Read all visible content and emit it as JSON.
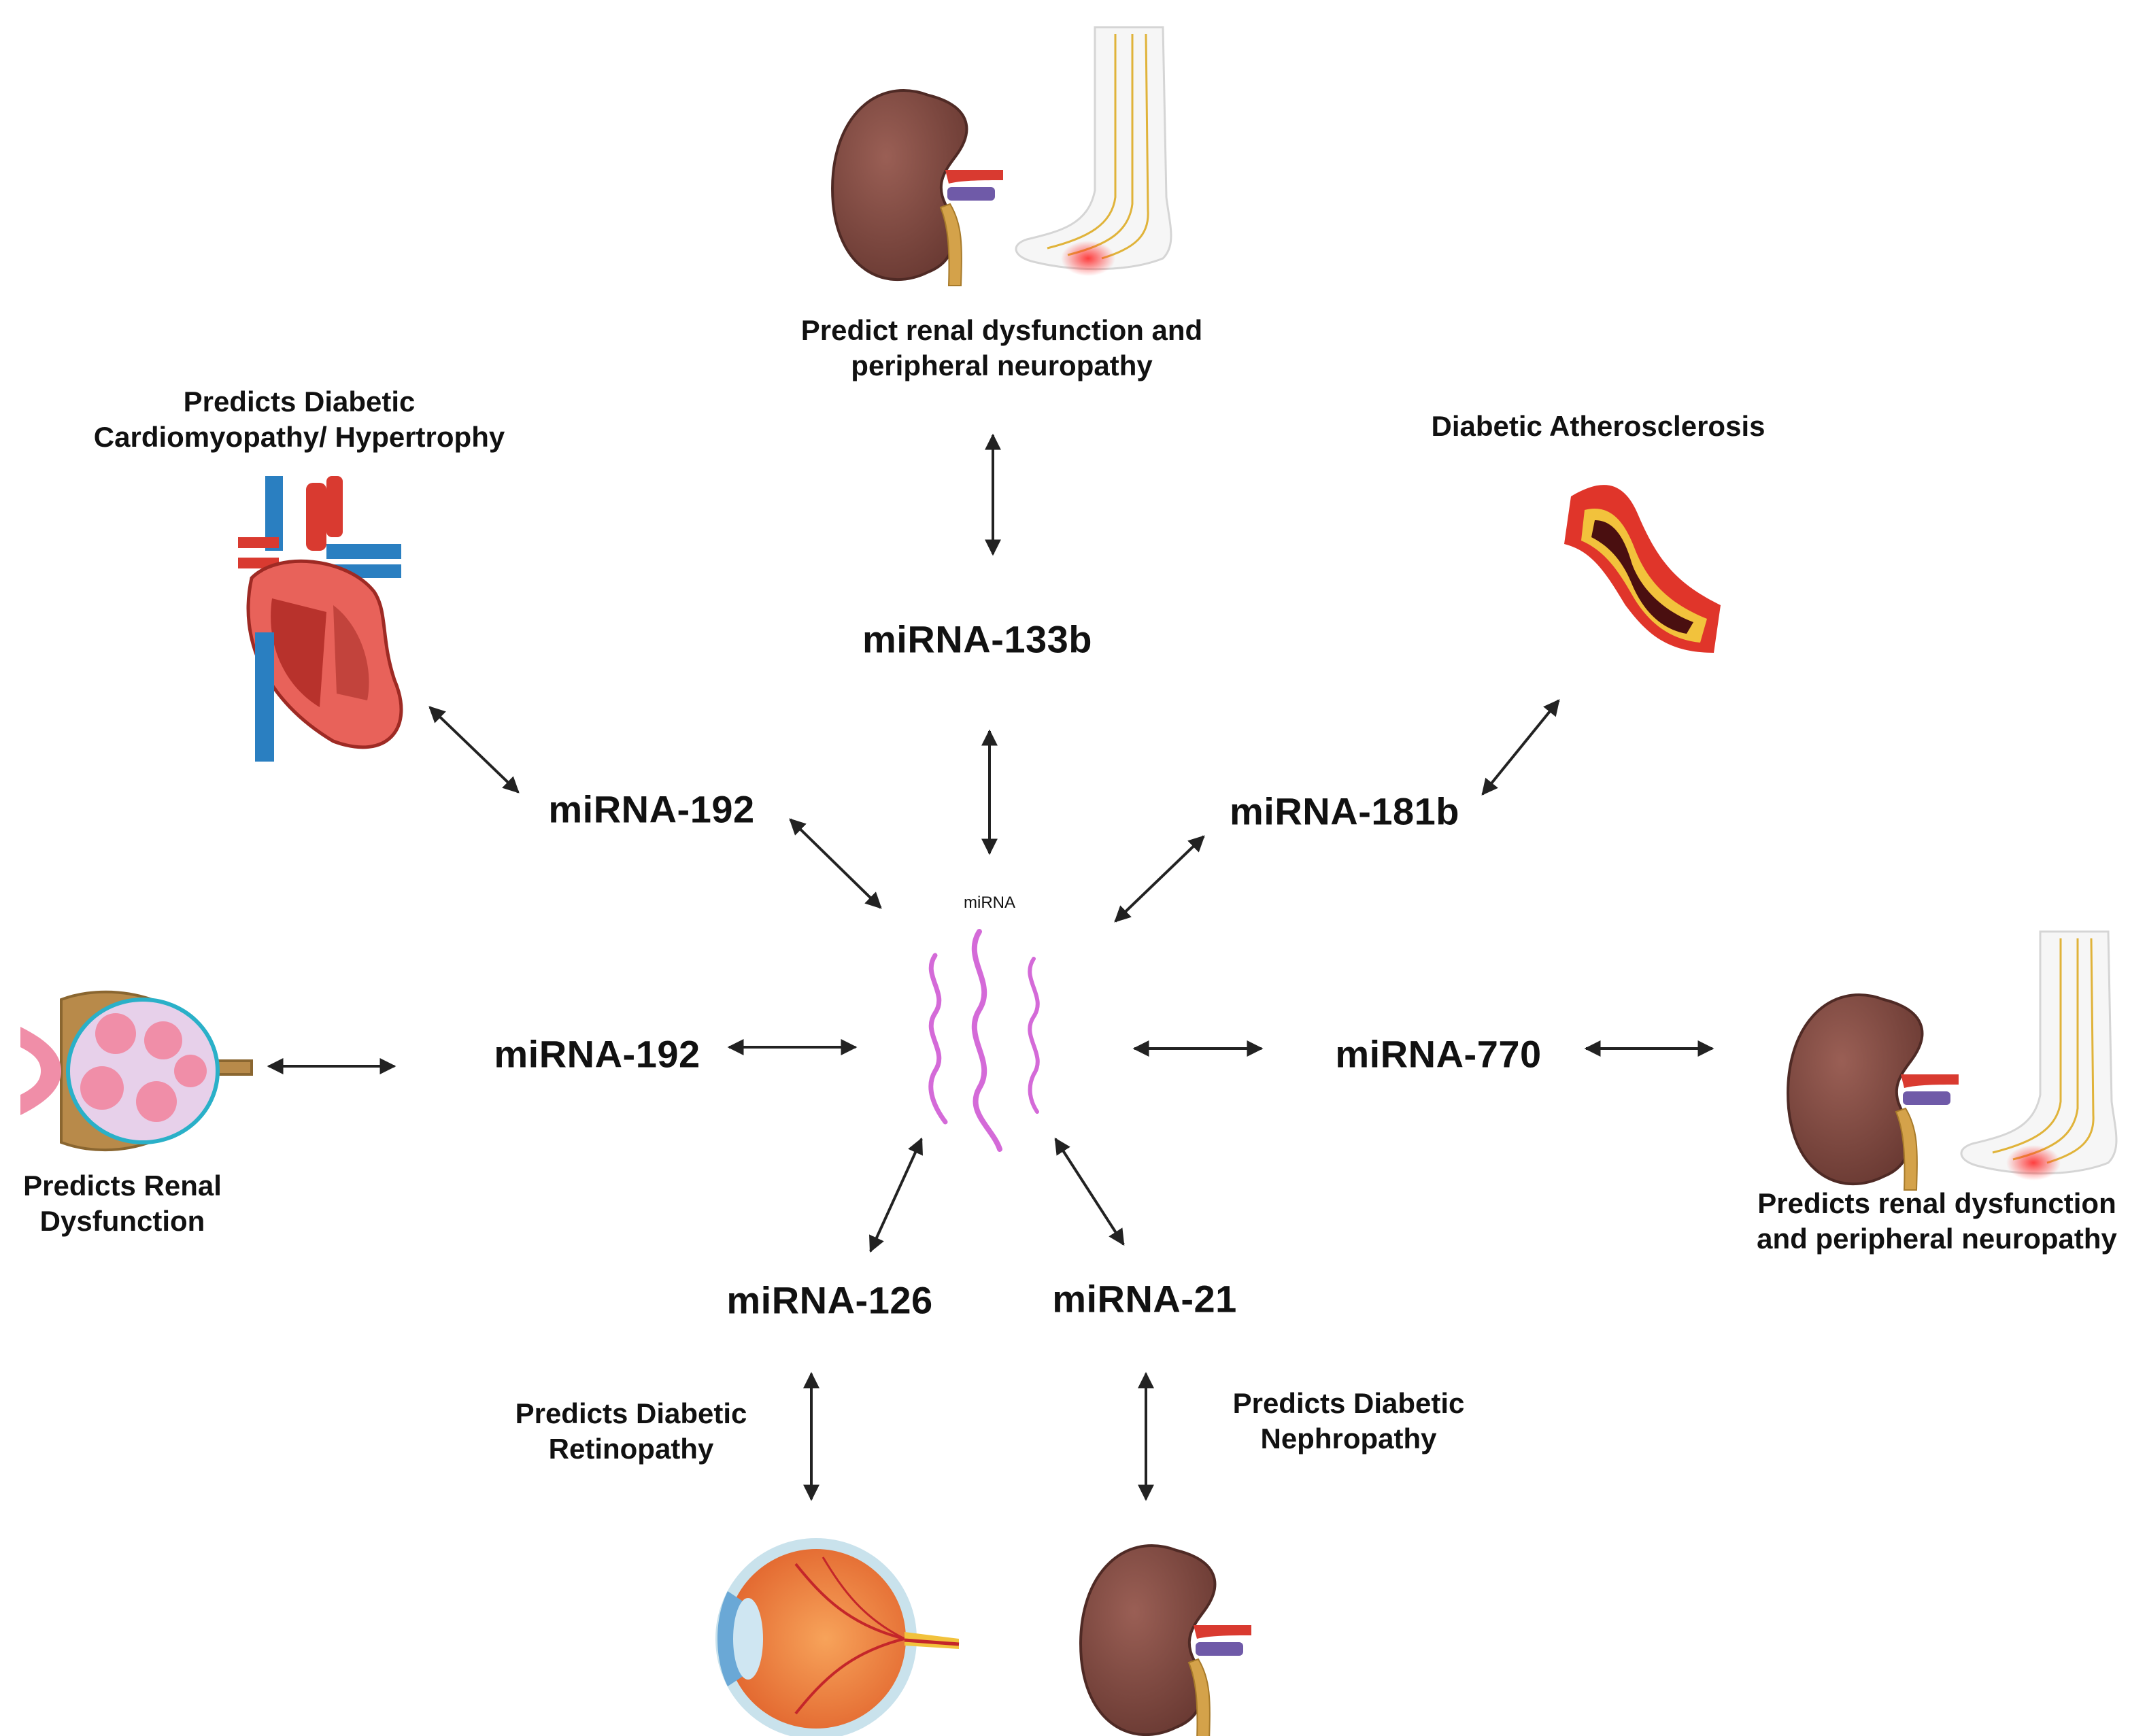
{
  "center": {
    "label": "miRNA"
  },
  "mirnas": {
    "m133b": "miRNA-133b",
    "m192_upper": "miRNA-192",
    "m181b": "miRNA-181b",
    "m192_left": "miRNA-192",
    "m770": "miRNA-770",
    "m126": "miRNA-126",
    "m21": "miRNA-21"
  },
  "outcomes": {
    "top": [
      "Predict renal dysfunction and",
      "peripheral neuropathy"
    ],
    "cardio": [
      "Predicts Diabetic",
      "Cardiomyopathy/ Hypertrophy"
    ],
    "athero": [
      "Diabetic Atherosclerosis"
    ],
    "renal_left": [
      "Predicts Renal",
      "Dysfunction"
    ],
    "right": [
      "Predicts renal dysfunction",
      "and peripheral neuropathy"
    ],
    "retino": [
      "Predicts Diabetic",
      "Retinopathy"
    ],
    "nephro": [
      "Predicts Diabetic",
      "Nephropathy"
    ]
  },
  "icons": [
    "kidney-icon",
    "foot-nerve-icon",
    "heart-icon",
    "artery-plaque-icon",
    "nephron-icon",
    "eye-icon",
    "mirna-strands-icon"
  ],
  "colors": {
    "kidney": "#7e4a42",
    "artery_red": "#d93a30",
    "vein_blue": "#2a7fc1",
    "ureter": "#d4a24a",
    "mirna": "#d46ad8",
    "eye_orange": "#f08c3c"
  }
}
